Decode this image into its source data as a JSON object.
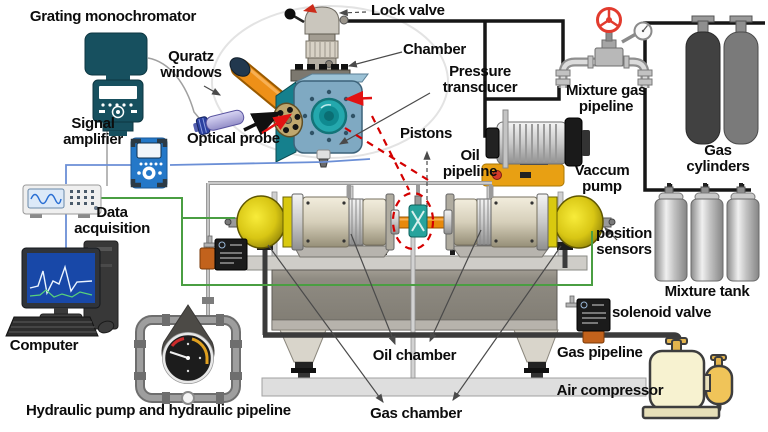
{
  "labels": {
    "grating_monochromator": "Grating monochromator",
    "lock_valve": "Lock valve",
    "quratz_windows": "Quratz windows",
    "chamber": "Chamber",
    "pressure_transducer": "Pressure transducer",
    "pistons": "Pistons",
    "signal_amplifier": "Signal amplifier",
    "optical_probe": "Optical probe",
    "data_acquisition": "Data acquisition",
    "oil_pipeline": "Oil pipeline",
    "mixture_gas_pipeline": "Mixture gas pipeline",
    "gas_cylinders": "Gas cylinders",
    "vaccum_pump": "Vaccum pump",
    "position_sensors": "position sensors",
    "mixture_tank": "Mixture tank",
    "computer": "Computer",
    "oil_chamber": "Oil chamber",
    "gas_chamber": "Gas chamber",
    "solenoid_valve": "solenoid valve",
    "gas_pipeline": "Gas pipeline",
    "air_compressor": "Air compressor",
    "hydraulic_pump_line": "Hydraulic pump and hydraulic pipeline"
  },
  "colors": {
    "pipe_black": "#161616",
    "pipe_dark_gas": "#3b3b3b",
    "pipe_gray_oil": "#9a9a9a",
    "wire_green": "#4a9e42",
    "wire_blue": "#6b8fd6",
    "wire_gray": "#a0a0a0",
    "accent_red": "#e21212",
    "handwheel_red": "#e23b2e",
    "chamber_teal": "#24a8ad",
    "cube_blue": "#7fa9c2",
    "tube_orange": "#ee9018",
    "dome_yellow": "#f0df1e",
    "solenoid_coupler_orange": "#c2621c",
    "amplifier_blue": "#2478c8",
    "monochromator_teal": "#17505f",
    "compressor_cream": "#f7f2d0",
    "compressor_amber": "#e3b44d"
  }
}
